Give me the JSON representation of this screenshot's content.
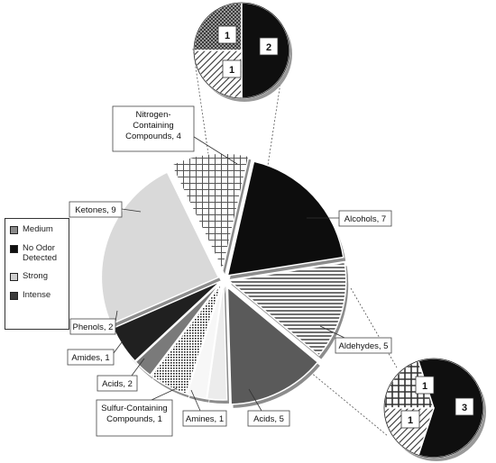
{
  "chart_data": [
    {
      "type": "pie",
      "title": "",
      "slices": [
        {
          "label": "Nitrogen-Containing Compounds, 4",
          "category": "Nitrogen-Containing Compounds",
          "value": 4,
          "fill": "url(#p-grid)"
        },
        {
          "label": "Alcohols, 7",
          "category": "Alcohols",
          "value": 7,
          "fill": "#0d0d0d"
        },
        {
          "label": "Aldehydes, 5",
          "category": "Aldehydes",
          "value": 5,
          "fill": "url(#p-hlines)"
        },
        {
          "label": "Acids, 5",
          "category": "Acids",
          "value": 5,
          "fill": "#5a5a5a"
        },
        {
          "label": "Amines, 1",
          "category": "Amines",
          "value": 1,
          "fill": "#ececec"
        },
        {
          "label": "Sulfur-Containing Compounds, 1",
          "category": "Sulfur-Containing Compounds",
          "value": 1,
          "fill": "#f7f7f7"
        },
        {
          "label": "Acids, 2",
          "category": "Acids",
          "value": 2,
          "fill": "url(#p-dots)"
        },
        {
          "label": "Amides, 1",
          "category": "Amides",
          "value": 1,
          "fill": "#7a7a7a"
        },
        {
          "label": "Phenols, 2",
          "category": "Phenols",
          "value": 2,
          "fill": "#202020"
        },
        {
          "label": "Ketones, 9",
          "category": "Ketones",
          "value": 9,
          "fill": "#d9d9d9"
        }
      ]
    },
    {
      "type": "pie",
      "title": "",
      "breakdown_of": "Nitrogen-Containing Compounds",
      "slices": [
        {
          "label": "1",
          "category": "Medium",
          "value": 1,
          "fill": "url(#p-medium)"
        },
        {
          "label": "2",
          "category": "No Odor Detected",
          "value": 2,
          "fill": "#0f0f0f"
        },
        {
          "label": "1",
          "category": "Strong",
          "value": 1,
          "fill": "url(#p-strong)"
        }
      ]
    },
    {
      "type": "pie",
      "title": "",
      "breakdown_of": "Aldehydes",
      "slices": [
        {
          "label": "1",
          "category": "Intense",
          "value": 1,
          "fill": "url(#p-intense)"
        },
        {
          "label": "3",
          "category": "No Odor Detected",
          "value": 3,
          "fill": "#0f0f0f"
        },
        {
          "label": "1",
          "category": "Strong",
          "value": 1,
          "fill": "url(#p-strong)"
        }
      ]
    }
  ],
  "legend": {
    "items": [
      {
        "label": "Medium",
        "fill": "#8a8a8a"
      },
      {
        "label": "No Odor Detected",
        "fill": "#0f0f0f"
      },
      {
        "label": "Strong",
        "fill": "#cfcfcf"
      },
      {
        "label": "Intense",
        "fill": "#3a3a3a"
      }
    ]
  }
}
